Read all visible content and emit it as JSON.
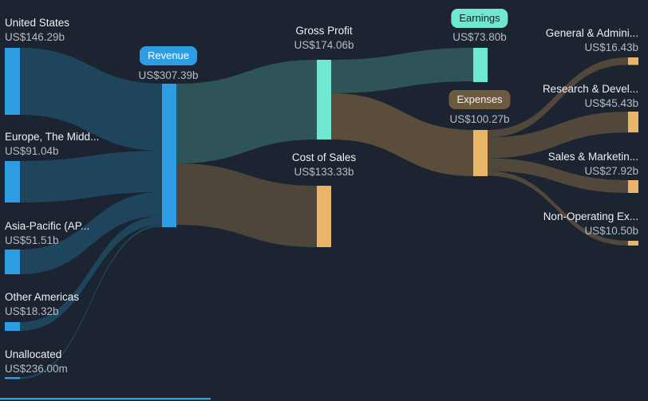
{
  "colors": {
    "background": "#1c2431",
    "node_blue": "#2f9de4",
    "node_mint": "#6ee9d0",
    "node_tan": "#e9b566",
    "flow_blue": "#1f455c",
    "flow_teal": "#2f5457",
    "flow_brown_dark": "#4e463a",
    "flow_brown": "#5a4d3c",
    "flow_brown_mid": "#51473a",
    "badge_revenue_bg": "#2f9de4",
    "badge_earnings_bg": "#6ee9d0",
    "badge_expenses_bg": "#6d5b40",
    "label_text": "#eef1f3",
    "value_text": "#b4bcc4"
  },
  "chart_data": {
    "type": "sankey",
    "currency_prefix": "US$",
    "nodes": [
      {
        "id": "united-states",
        "label": "United States",
        "value": "US$146.29b",
        "value_b": 146.29,
        "group": "segment"
      },
      {
        "id": "europe",
        "label": "Europe, The Midd...",
        "value": "US$91.04b",
        "value_b": 91.04,
        "group": "segment"
      },
      {
        "id": "asia-pacific",
        "label": "Asia-Pacific (AP...",
        "value": "US$51.51b",
        "value_b": 51.51,
        "group": "segment"
      },
      {
        "id": "other-americas",
        "label": "Other Americas",
        "value": "US$18.32b",
        "value_b": 18.32,
        "group": "segment"
      },
      {
        "id": "unallocated",
        "label": "Unallocated",
        "value": "US$236.00m",
        "value_b": 0.236,
        "group": "segment"
      },
      {
        "id": "revenue",
        "label": "Revenue",
        "value": "US$307.39b",
        "value_b": 307.39,
        "group": "revenue",
        "badge": true
      },
      {
        "id": "gross-profit",
        "label": "Gross Profit",
        "value": "US$174.06b",
        "value_b": 174.06,
        "group": "profit"
      },
      {
        "id": "cost-of-sales",
        "label": "Cost of Sales",
        "value": "US$133.33b",
        "value_b": 133.33,
        "group": "cost"
      },
      {
        "id": "earnings",
        "label": "Earnings",
        "value": "US$73.80b",
        "value_b": 73.8,
        "group": "profit",
        "badge": true
      },
      {
        "id": "expenses",
        "label": "Expenses",
        "value": "US$100.27b",
        "value_b": 100.27,
        "group": "cost",
        "badge": true
      },
      {
        "id": "general-admin",
        "label": "General & Admini...",
        "value": "US$16.43b",
        "value_b": 16.43,
        "group": "cost"
      },
      {
        "id": "research-dev",
        "label": "Research & Devel...",
        "value": "US$45.43b",
        "value_b": 45.43,
        "group": "cost"
      },
      {
        "id": "sales-marketing",
        "label": "Sales & Marketin...",
        "value": "US$27.92b",
        "value_b": 27.92,
        "group": "cost"
      },
      {
        "id": "non-operating",
        "label": "Non-Operating Ex...",
        "value": "US$10.50b",
        "value_b": 10.5,
        "group": "cost"
      }
    ],
    "links": [
      {
        "source": "United States",
        "target": "Revenue",
        "value_b": 146.29
      },
      {
        "source": "Europe, The Midd...",
        "target": "Revenue",
        "value_b": 91.04
      },
      {
        "source": "Asia-Pacific (AP...",
        "target": "Revenue",
        "value_b": 51.51
      },
      {
        "source": "Other Americas",
        "target": "Revenue",
        "value_b": 18.32
      },
      {
        "source": "Unallocated",
        "target": "Revenue",
        "value_b": 0.236
      },
      {
        "source": "Revenue",
        "target": "Gross Profit",
        "value_b": 174.06
      },
      {
        "source": "Revenue",
        "target": "Cost of Sales",
        "value_b": 133.33
      },
      {
        "source": "Gross Profit",
        "target": "Earnings",
        "value_b": 73.8
      },
      {
        "source": "Gross Profit",
        "target": "Expenses",
        "value_b": 100.27
      },
      {
        "source": "Expenses",
        "target": "General & Admini...",
        "value_b": 16.43
      },
      {
        "source": "Expenses",
        "target": "Research & Devel...",
        "value_b": 45.43
      },
      {
        "source": "Expenses",
        "target": "Sales & Marketin...",
        "value_b": 27.92
      },
      {
        "source": "Expenses",
        "target": "Non-Operating Ex...",
        "value_b": 10.5
      }
    ]
  }
}
